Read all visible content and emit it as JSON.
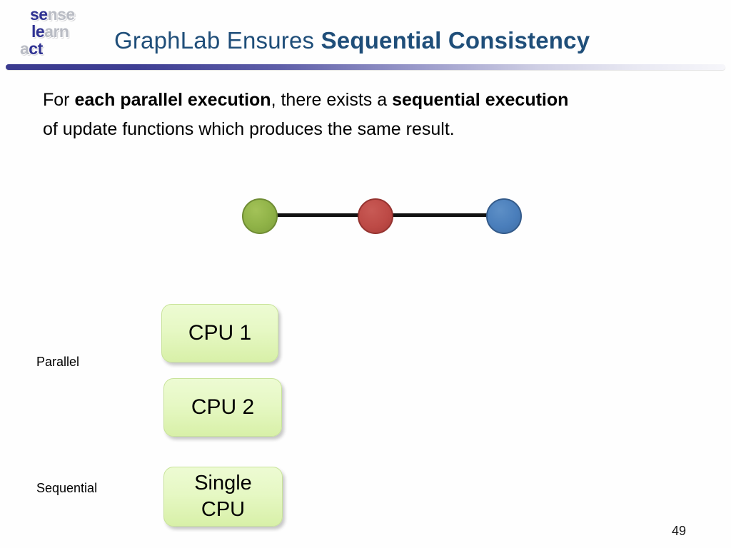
{
  "slide": {
    "page_number": "49",
    "background_color": "#fefefe"
  },
  "logo": {
    "name": "sense-learn-act-logo",
    "rows": [
      {
        "blue": "se",
        "grey": "nse"
      },
      {
        "blue": "le",
        "grey": "arn"
      },
      {
        "blue": "act",
        "grey": ""
      }
    ],
    "blue_color": "#2e3192",
    "grey_color": "#b9bcc4"
  },
  "header": {
    "title_regular": "GraphLab Ensures ",
    "title_bold": "Sequential Consistency",
    "title_color": "#1f4e79",
    "divider_start_color": "#3b3b8f",
    "divider_end_color": "#f6f6fa"
  },
  "body": {
    "line1_part1": "For ",
    "line1_bold1": "each parallel execution",
    "line1_part2": ", there exists a ",
    "line1_bold2": "sequential execution",
    "line2": "of update functions which produces the same result."
  },
  "graph": {
    "nodes": [
      {
        "id": "green",
        "color": "#8fb247",
        "border": "#6f8c34"
      },
      {
        "id": "red",
        "color": "#bd4a46",
        "border": "#953330"
      },
      {
        "id": "blue",
        "color": "#4a7ebb",
        "border": "#345b8a"
      }
    ],
    "edge_color": "#111111",
    "edges": [
      {
        "from": "green",
        "to": "red"
      },
      {
        "from": "red",
        "to": "blue"
      }
    ]
  },
  "execution": {
    "parallel_label": "Parallel",
    "sequential_label": "Sequential",
    "boxes": [
      {
        "id": "cpu-1",
        "label": "CPU 1",
        "group": "parallel"
      },
      {
        "id": "cpu-2",
        "label": "CPU 2",
        "group": "parallel"
      },
      {
        "id": "cpu-single",
        "line1": "Single",
        "line2": "CPU",
        "group": "sequential"
      }
    ],
    "box_fill_top": "#edfbd3",
    "box_fill_bottom": "#d8f0a8",
    "box_border": "#c8e39a"
  }
}
